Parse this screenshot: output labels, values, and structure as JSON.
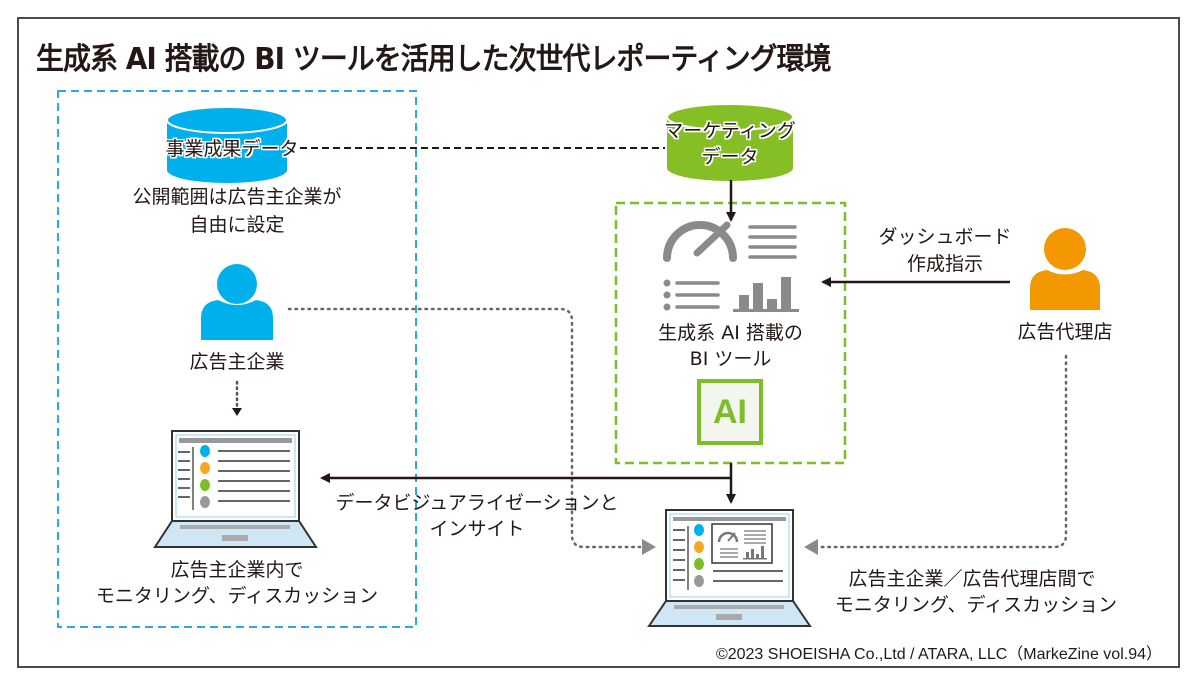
{
  "title": "生成系 AI 搭載の BI ツールを活用した次世代レポーティング環境",
  "colors": {
    "advertiser_blue": "#00b0ec",
    "marketing_green": "#86be26",
    "agency_orange": "#f39800",
    "icon_gray": "#8a8a8a",
    "line_dark": "#231815"
  },
  "advertiser_zone": {
    "database_label": "事業成果データ",
    "database_note_line1": "公開範囲は広告主企業が",
    "database_note_line2": "自由に設定",
    "person_label": "広告主企業",
    "laptop_caption_line1": "広告主企業内で",
    "laptop_caption_line2": "モニタリング、ディスカッション"
  },
  "marketing_db": {
    "label_line1": "マーケティング",
    "label_line2": "データ"
  },
  "bi_tool": {
    "label_line1": "生成系 AI 搭載の",
    "label_line2": "BI ツール",
    "ai_badge": "AI",
    "icons": [
      "gauge-icon",
      "lines-icon",
      "bullet-list-icon",
      "bar-chart-icon"
    ]
  },
  "agency": {
    "instruction_line1": "ダッシュボード",
    "instruction_line2": "作成指示",
    "person_label": "広告代理店"
  },
  "visualization": {
    "label_line1": "データビジュアライゼーションと",
    "label_line2": "インサイト"
  },
  "shared_laptop": {
    "caption_line1": "広告主企業／広告代理店間で",
    "caption_line2": "モニタリング、ディスカッション"
  },
  "copyright": "©2023 SHOEISHA Co.,Ltd / ATARA, LLC（MarkeZine vol.94）"
}
